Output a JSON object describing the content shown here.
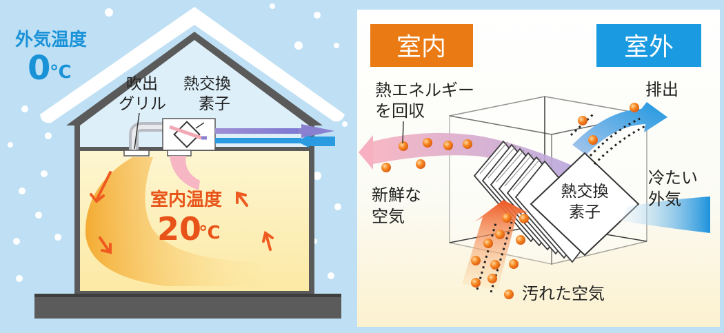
{
  "house": {
    "outdoor_temp_label": "外気温度",
    "outdoor_temp_value": "0",
    "outdoor_temp_unit": "℃",
    "grille_label_1": "吹出",
    "grille_label_2": "グリル",
    "element_label_1": "熱交換",
    "element_label_2": "素子",
    "indoor_temp_label": "室内温度",
    "indoor_temp_value": "20",
    "indoor_temp_unit": "℃"
  },
  "detail": {
    "indoor_tab": "室内",
    "outdoor_tab": "室外",
    "recover_1": "熱エネルギー",
    "recover_2": "を回収",
    "exhaust": "排出",
    "fresh_1": "新鮮な",
    "fresh_2": "空気",
    "cold_1": "冷たい",
    "cold_2": "外気",
    "element_1": "熱交換",
    "element_2": "素子",
    "dirty": "汚れた空気"
  },
  "colors": {
    "indoor_tab": "#ea7a14",
    "outdoor_tab": "#1a9ae0",
    "sky": "#bfe0f4",
    "blue_text": "#1a92d8",
    "orange_text": "#e8531a",
    "room": "#fdf3c6"
  }
}
